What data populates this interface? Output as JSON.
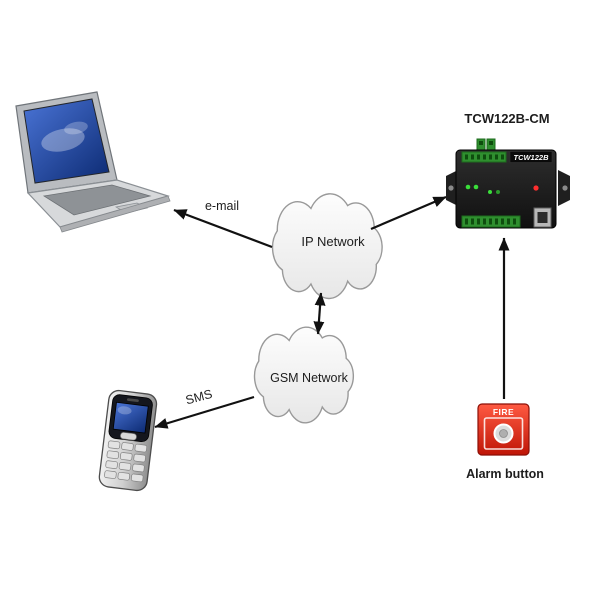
{
  "labels": {
    "device_title": "TCW122B-CM",
    "device_panel": "TCW122B",
    "ip_cloud": "IP Network",
    "gsm_cloud": "GSM Network",
    "email": "e-mail",
    "sms": "SMS",
    "alarm": "Alarm button",
    "alarm_fire": "FIRE"
  },
  "connections": [
    {
      "from": "ip-network",
      "to": "laptop",
      "label": "e-mail",
      "direction": "one-way"
    },
    {
      "from": "ip-network",
      "to": "tcw122b-device",
      "label": "",
      "direction": "one-way"
    },
    {
      "from": "ip-network",
      "to": "gsm-network",
      "label": "",
      "direction": "two-way"
    },
    {
      "from": "gsm-network",
      "to": "mobile-phone",
      "label": "SMS",
      "direction": "one-way"
    },
    {
      "from": "alarm-button",
      "to": "tcw122b-device",
      "label": "",
      "direction": "one-way"
    }
  ],
  "colors": {
    "background": "#ffffff",
    "arrow": "#111111",
    "cloud_fill_top": "#fbfbfb",
    "cloud_fill_bottom": "#e7e7e7",
    "cloud_stroke": "#999999",
    "device_body": "#1b1b1b",
    "terminal_green": "#2f8f2f",
    "led_green": "#3ade3a",
    "led_red": "#ff2e2e",
    "alarm_red": "#d92112",
    "screen_blue": "#1e47a8",
    "phone_silver": "#cfcfcf"
  }
}
